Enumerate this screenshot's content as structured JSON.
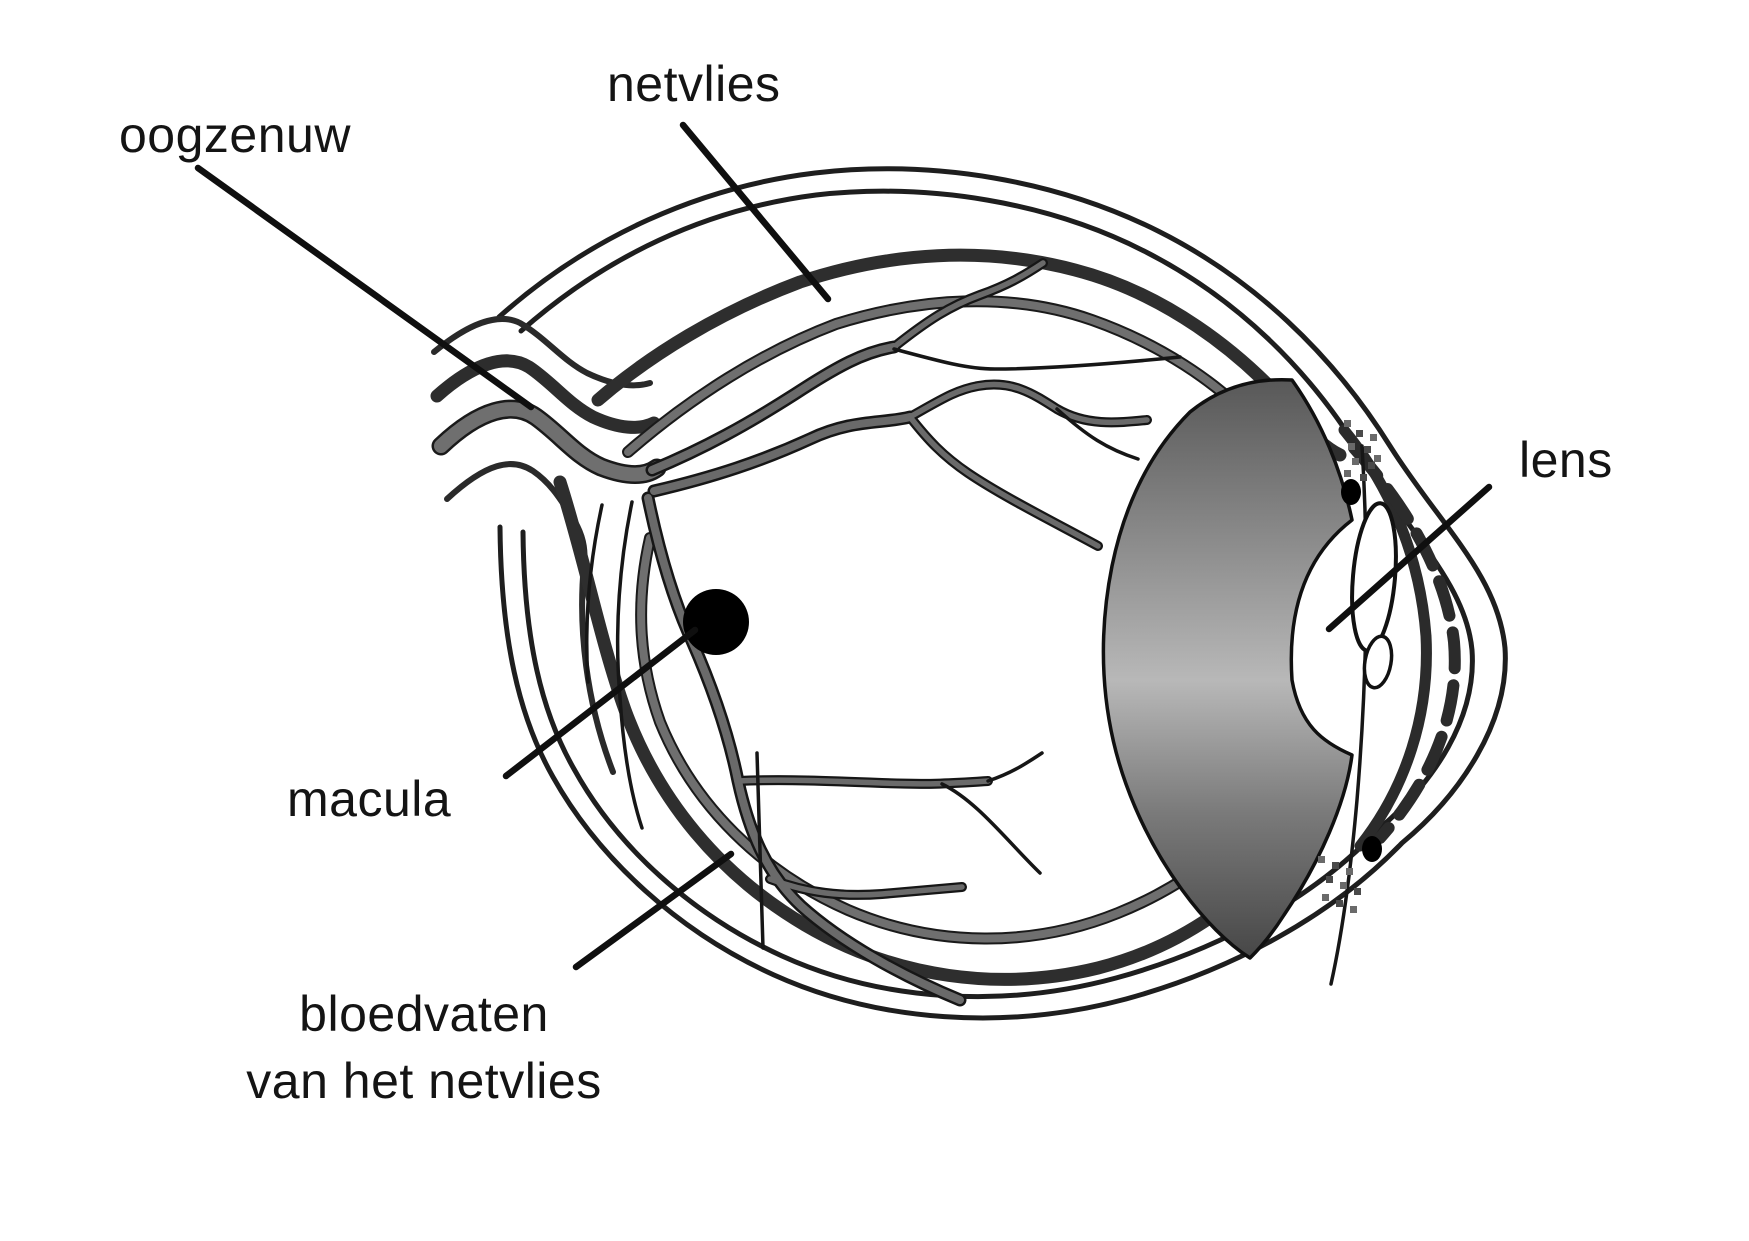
{
  "labels": {
    "netvlies": "netvlies",
    "oogzenuw": "oogzenuw",
    "lens": "lens",
    "macula": "macula",
    "bloedvaten_line1": "bloedvaten",
    "bloedvaten_line2": "van het netvlies"
  },
  "colors": {
    "background": "#ffffff",
    "outline": "#1e1e1e",
    "thick_ring": "#2e2e2e",
    "retina_gray": "#6f6f6f",
    "vessel_gray": "#6a6a6a",
    "macula_black": "#000000",
    "label_text": "#141414"
  }
}
